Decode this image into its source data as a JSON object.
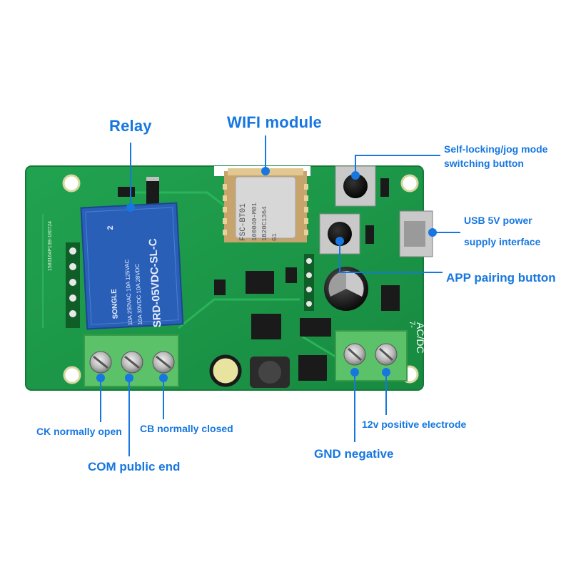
{
  "labels": {
    "relay": "Relay",
    "wifi_module": "WIFI module",
    "self_locking_line1": "Self-locking/jog mode",
    "self_locking_line2": "switching button",
    "usb_line1": "USB 5V power",
    "usb_line2": "supply interface",
    "app_pairing": "APP pairing button",
    "ck_normally_open": "CK normally open",
    "cb_normally_closed": "CB normally closed",
    "com_public_end": "COM public end",
    "positive_12v": "12v positive electrode",
    "gnd_negative": "GND negative"
  },
  "board_markings": {
    "relay_brand": "SONGLE",
    "relay_model": "SRD-05VDC-SL-C",
    "relay_rating_1": "10A 250VAC 10A 125VAC",
    "relay_rating_2": "10A 30VDC 10A 28VDC",
    "relay_pin_marker": "2",
    "wifi_line_1": "FSC-BT01",
    "wifi_line_2": "100040-M01",
    "wifi_line_3": "1B20C1364",
    "wifi_line_4": "G1",
    "edge_code": "1583164P13B-180724",
    "acdc": "AC/DC",
    "volt_mark": "7-"
  },
  "colors": {
    "label": "#1677e0",
    "pcb": "#1e9a4a",
    "pcb_dark": "#137a35",
    "relay_body": "#2a5fb8",
    "terminal": "#5cc26a",
    "chip": "#1a1a1a"
  }
}
